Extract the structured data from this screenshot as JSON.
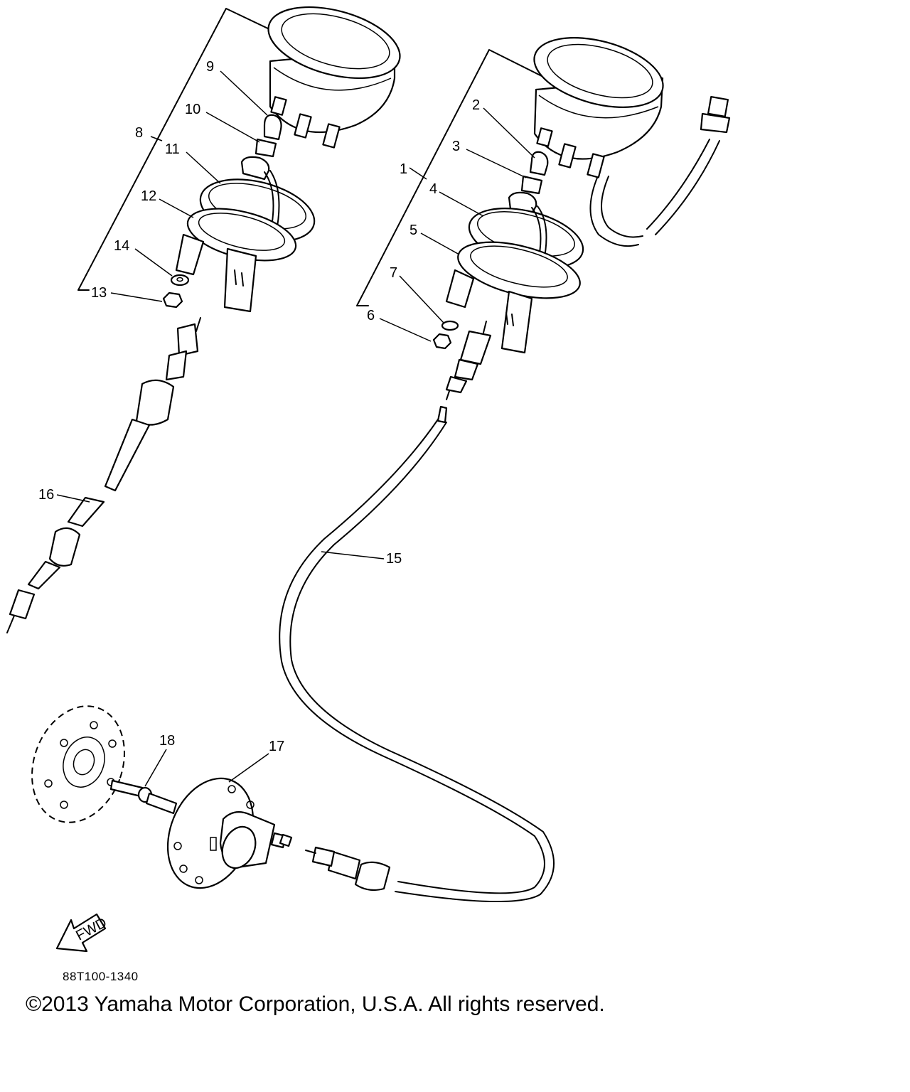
{
  "labels": {
    "p1": "1",
    "p2": "2",
    "p3": "3",
    "p4": "4",
    "p5": "5",
    "p6": "6",
    "p7": "7",
    "p8": "8",
    "p9": "9",
    "p10": "10",
    "p11": "11",
    "p12": "12",
    "p13": "13",
    "p14": "14",
    "p15": "15",
    "p16": "16",
    "p17": "17",
    "p18": "18"
  },
  "fwd_label": "FWD",
  "doc_code": "88T100-1340",
  "copyright": "©2013 Yamaha Motor Corporation, U.S.A. All rights reserved."
}
